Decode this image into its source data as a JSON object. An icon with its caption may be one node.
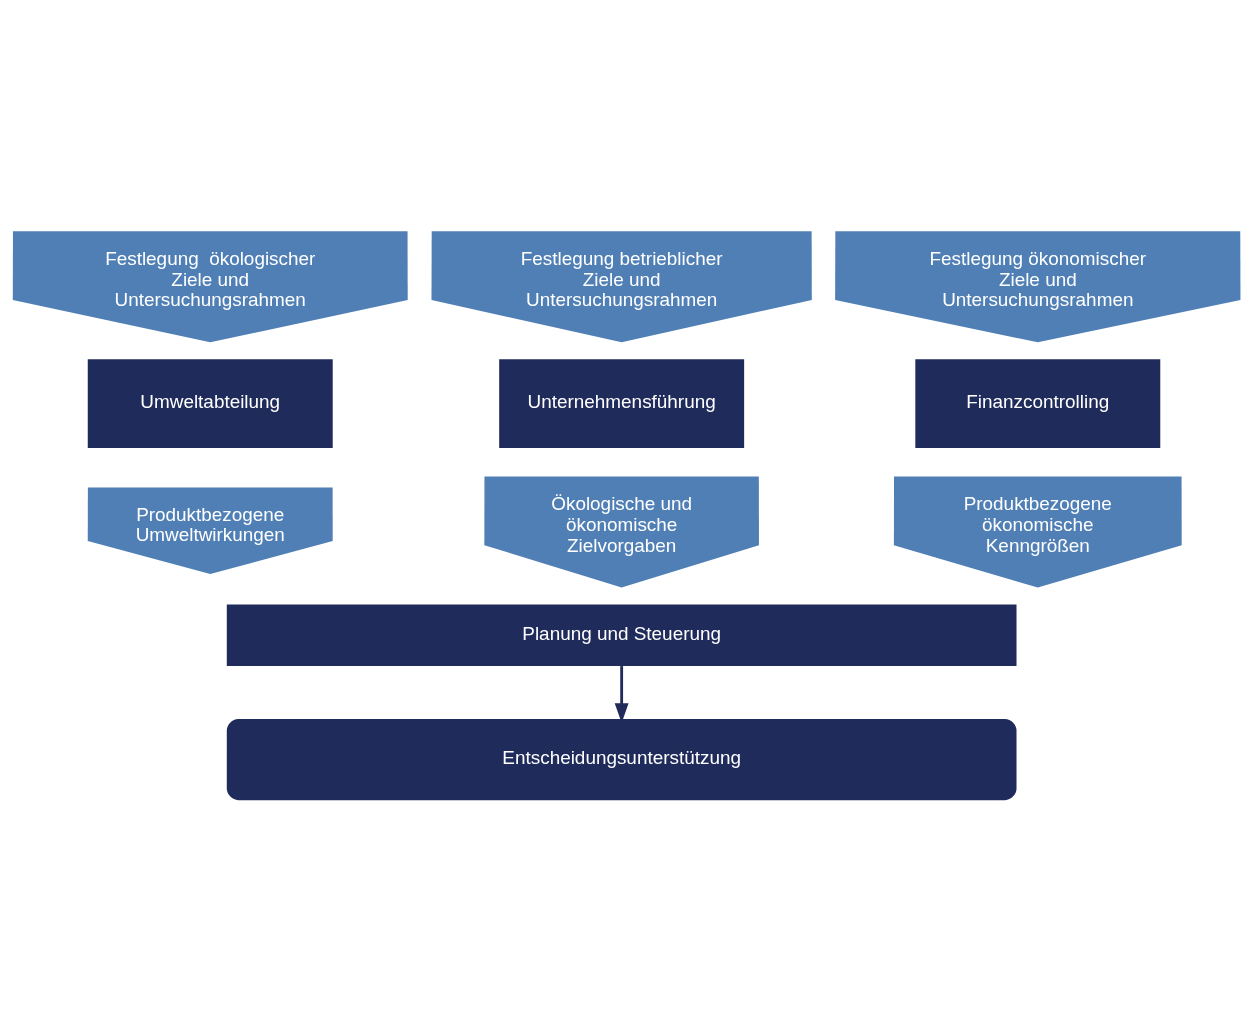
{
  "diagram": {
    "nodes": [
      {
        "text": [
          "Festlegung  ökologischer Ziele und Untersuchungsrahmen"
        ]
      },
      {
        "text": [
          "Festlegung betrieblicher Ziele und Untersuchungsrahmen"
        ]
      },
      {
        "text": [
          "Festlegung ökonomischer Ziele und Untersuchungsrahmen"
        ]
      },
      {
        "text": [
          "Umweltabteilung"
        ]
      },
      {
        "text": [
          "Unternehmensführung"
        ]
      },
      {
        "text": [
          "Finanzcontrolling"
        ]
      },
      {
        "text": [
          "Produktbezogene Umweltwirkungen"
        ]
      },
      {
        "text": [
          "Ökologische und ökonomische Zielvorgaben"
        ]
      },
      {
        "text": [
          "Produktbezogene ökonomische Kenngrößen"
        ]
      },
      {
        "text": [
          "Planung und Steuerung"
        ]
      },
      {
        "text": [
          "Entscheidungsunterstützung"
        ]
      }
    ],
    "edges": [
      {
        "from": 9,
        "to": 10,
        "arrow": "to"
      }
    ]
  }
}
